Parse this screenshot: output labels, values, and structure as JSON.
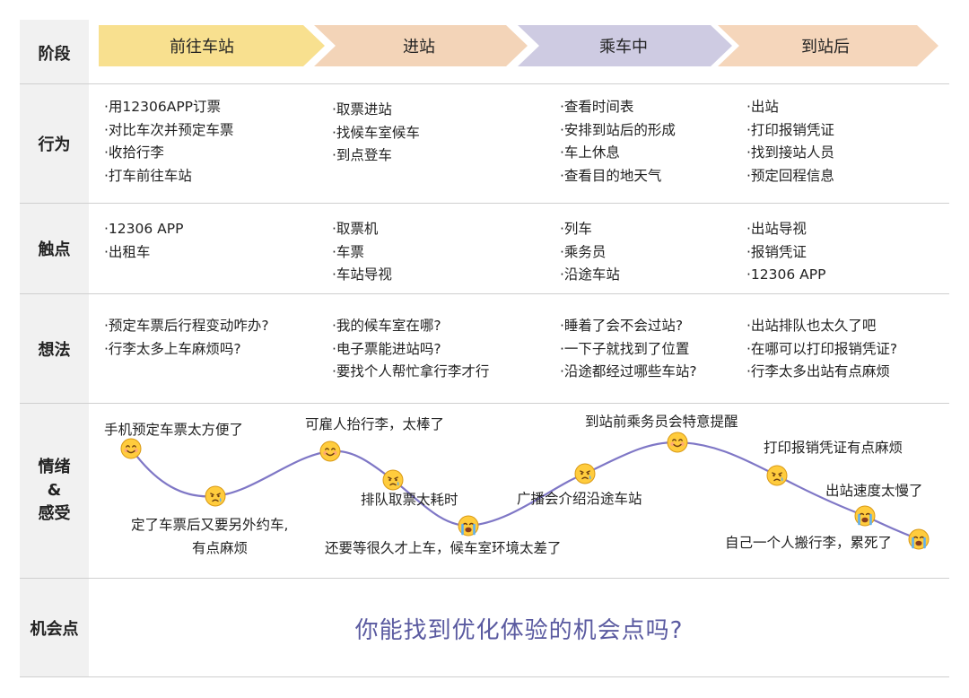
{
  "row_labels": {
    "stage": "阶段",
    "behavior": "行为",
    "touchpoint": "触点",
    "thought": "想法",
    "emotion_1": "情绪",
    "emotion_2": "&",
    "emotion_3": "感受",
    "opportunity": "机会点"
  },
  "colors": {
    "stage_1": "#f8e08f",
    "stage_2": "#f3d4b8",
    "stage_3": "#cecbe2",
    "stage_4": "#f5d6bb",
    "curve": "#7f77c6",
    "label_bg": "#f1f1f1",
    "opportunity_text": "#5a5aa0"
  },
  "stages": [
    "前往车站",
    "进站",
    "乘车中",
    "到站后"
  ],
  "behavior": [
    [
      "·用12306APP订票",
      "·对比车次并预定车票",
      "·收拾行李",
      "·打车前往车站"
    ],
    [
      "·取票进站",
      "·找候车室候车",
      "·到点登车"
    ],
    [
      "·查看时间表",
      "·安排到站后的形成",
      "·车上休息",
      "·查看目的地天气"
    ],
    [
      "·出站",
      "·打印报销凭证",
      "·找到接站人员",
      "·预定回程信息"
    ]
  ],
  "touchpoint": [
    [
      "·12306 APP",
      "·出租车"
    ],
    [
      "·取票机",
      "·车票",
      "·车站导视"
    ],
    [
      "·列车",
      "·乘务员",
      "·沿途车站"
    ],
    [
      "·出站导视",
      "·报销凭证",
      "·12306 APP"
    ]
  ],
  "thought": [
    [
      "·预定车票后行程变动咋办?",
      "·行李太多上车麻烦吗?"
    ],
    [
      "·我的候车室在哪?",
      "·电子票能进站吗?",
      "·要找个人帮忙拿行李才行"
    ],
    [
      "·睡着了会不会过站?",
      "·一下子就找到了位置",
      "·沿途都经过哪些车站?"
    ],
    [
      "·出站排队也太久了吧",
      "·在哪可以打印报销凭证?",
      "·行李太多出站有点麻烦"
    ]
  ],
  "emotion": {
    "labels": [
      "手机预定车票太方便了",
      "定了车票后又要另外约车,",
      "有点麻烦",
      "可雇人抬行李，太棒了",
      "排队取票太耗时",
      "还要等很久才上车，候车室环境太差了",
      "广播会介绍沿途车站",
      "到站前乘务员会特意提醒",
      "打印报销凭证有点麻烦",
      "出站速度太慢了",
      "自己一个人搬行李，累死了"
    ],
    "emoji_types": [
      "smile",
      "cry",
      "smile",
      "cry",
      "sob",
      "cry",
      "smile",
      "cry",
      "sob",
      "sob"
    ]
  },
  "opportunity": "你能找到优化体验的机会点吗?"
}
